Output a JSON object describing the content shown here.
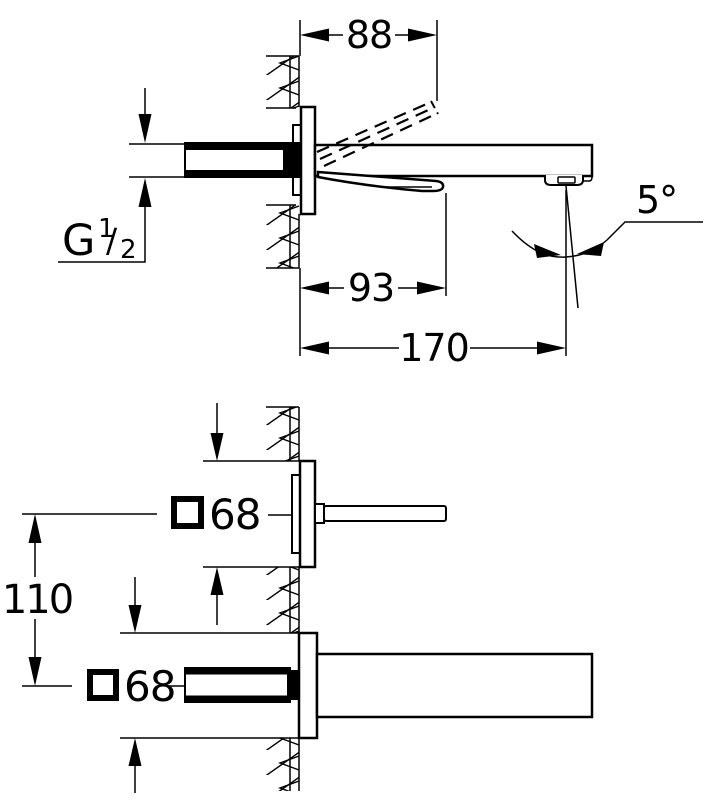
{
  "colors": {
    "ink": "#000000",
    "paper": "#ffffff"
  },
  "side_view": {
    "dim_lever_projection": "88",
    "dim_lever_length": "93",
    "dim_spout_projection": "170",
    "angle_label": "5°",
    "thread": {
      "g": "G",
      "numerator": "1",
      "slash": "/",
      "denominator": "2"
    }
  },
  "front_view": {
    "dim_handle_escutcheon": "68",
    "dim_spout_escutcheon": "68",
    "dim_center_distance": "110"
  }
}
